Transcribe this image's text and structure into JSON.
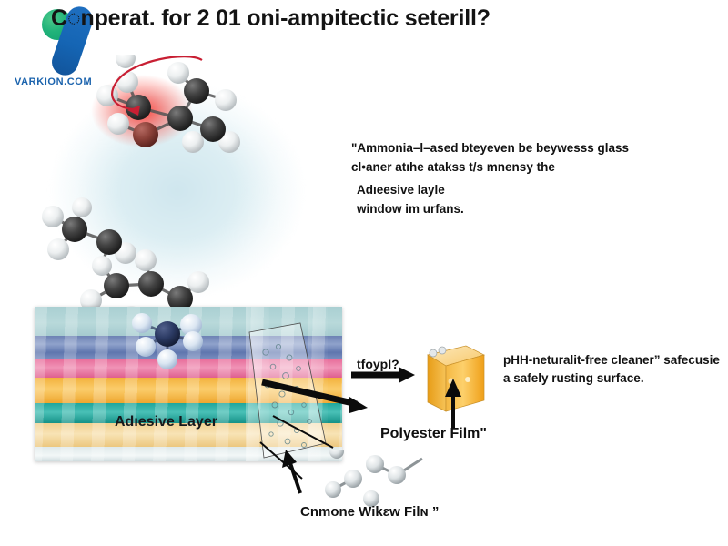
{
  "page": {
    "title": "C◌nperat. for 2 01 oni-ampitectic seterill?",
    "background_color": "#ffffff"
  },
  "logo": {
    "brand_text": "VARKION.COM",
    "circle_color": "#21b37a",
    "bar_color": "#1565b4",
    "text_color": "#1b63ad"
  },
  "body_text": {
    "paragraph_1": "\"Ammonia–l–ased bteyeven be beywesss glass cl•aner atıhe atakss t/ѕ mnensy the",
    "paragraph_2": "Adıeesive layle\nwindow im urfans.",
    "paragraph_3": "pHH-neturalit-free cleaner” safecusie a safely rusting surface."
  },
  "diagram": {
    "adhesive_layer_label": "Adıesive Layer",
    "arrow_label": "tfoypI?",
    "polyester_label": "Polyester Film\"",
    "bottom_caption": "Cnmone Wikɛw Filɴ ”",
    "layers": [
      {
        "name": "surface-teal",
        "color": "#b8d9da"
      },
      {
        "name": "blue-band",
        "color": "#7b8fc0"
      },
      {
        "name": "pink-band",
        "color": "#e86f9c"
      },
      {
        "name": "orange-band",
        "color": "#f2b13c"
      },
      {
        "name": "teal-band",
        "color": "#1fa69c"
      },
      {
        "name": "cream-band",
        "color": "#f0cf8e"
      },
      {
        "name": "white-band",
        "color": "#e8f0f1"
      }
    ],
    "prism_color": "#f3a829",
    "highlight_glow_color": "#e8242a",
    "carbon_color": "#3a3a3a",
    "hydrogen_color": "#e9e9e9",
    "nitrogen_color": "#2b3a63"
  },
  "icons": {
    "red_curved_arrow": "curved-arrow-icon",
    "black_arrow": "arrow-icon"
  }
}
